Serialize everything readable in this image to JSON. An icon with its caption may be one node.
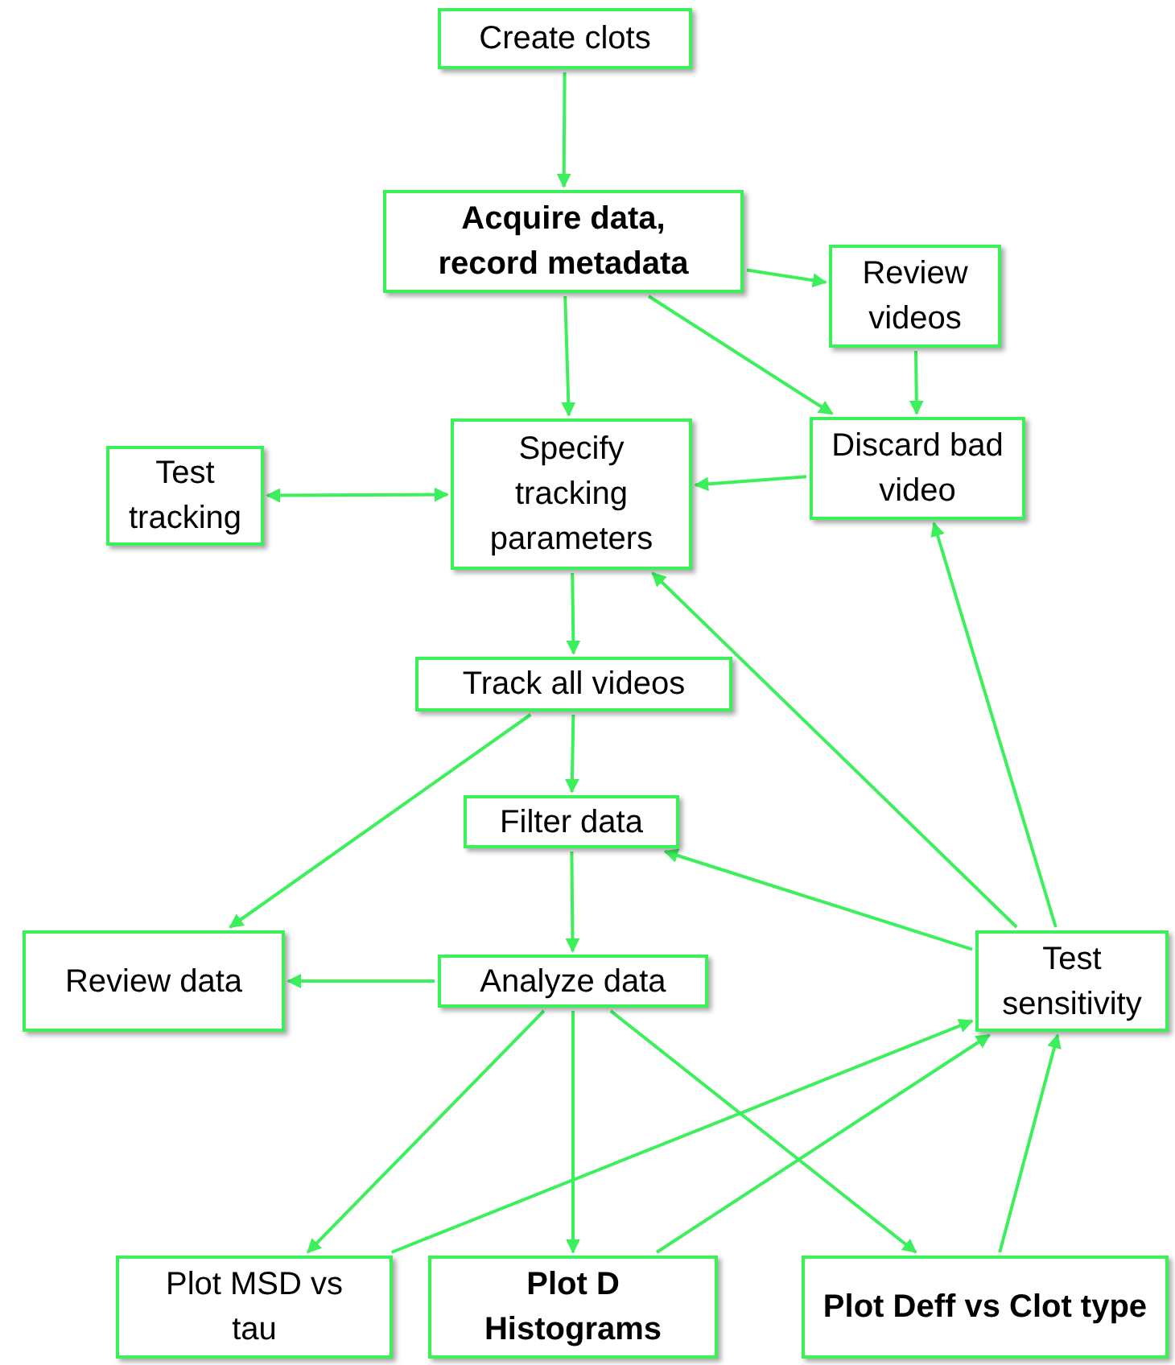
{
  "diagram": {
    "nodes": [
      {
        "text": [
          "Create clots"
        ]
      },
      {
        "text": [
          "**Acquire data, record metadata**"
        ]
      },
      {
        "text": [
          "Review videos"
        ]
      },
      {
        "text": [
          "Test tracking"
        ]
      },
      {
        "text": [
          "Specify tracking parameters"
        ]
      },
      {
        "text": [
          "Discard bad video"
        ]
      },
      {
        "text": [
          "Track all videos"
        ]
      },
      {
        "text": [
          "Filter data"
        ]
      },
      {
        "text": [
          "Review data"
        ]
      },
      {
        "text": [
          "Analyze data"
        ]
      },
      {
        "text": [
          "Test sensitivity"
        ]
      },
      {
        "text": [
          "Plot MSD vs tau"
        ]
      },
      {
        "text": [
          "**Plot D Histograms**"
        ]
      },
      {
        "text": [
          "**Plot Deff vs Clot type**"
        ]
      }
    ],
    "edges": [
      {
        "from": 0,
        "to": 1,
        "arrow": "to"
      },
      {
        "from": 1,
        "to": 2,
        "arrow": "to"
      },
      {
        "from": 1,
        "to": 4,
        "arrow": "to"
      },
      {
        "from": 1,
        "to": 5,
        "arrow": "to"
      },
      {
        "from": 2,
        "to": 5,
        "arrow": "to"
      },
      {
        "from": 5,
        "to": 4,
        "arrow": "to"
      },
      {
        "from": 3,
        "to": 4,
        "arrow": "both"
      },
      {
        "from": 4,
        "to": 6,
        "arrow": "to"
      },
      {
        "from": 6,
        "to": 7,
        "arrow": "to"
      },
      {
        "from": 6,
        "to": 8,
        "arrow": "to"
      },
      {
        "from": 7,
        "to": 9,
        "arrow": "to"
      },
      {
        "from": 9,
        "to": 8,
        "arrow": "to"
      },
      {
        "from": 10,
        "to": 4,
        "arrow": "to"
      },
      {
        "from": 10,
        "to": 5,
        "arrow": "to"
      },
      {
        "from": 10,
        "to": 7,
        "arrow": "to"
      },
      {
        "from": 9,
        "to": 11,
        "arrow": "to"
      },
      {
        "from": 9,
        "to": 12,
        "arrow": "to"
      },
      {
        "from": 9,
        "to": 13,
        "arrow": "to"
      },
      {
        "from": 11,
        "to": 10,
        "arrow": "to"
      },
      {
        "from": 12,
        "to": 10,
        "arrow": "to"
      },
      {
        "from": 13,
        "to": 10,
        "arrow": "to"
      }
    ]
  }
}
